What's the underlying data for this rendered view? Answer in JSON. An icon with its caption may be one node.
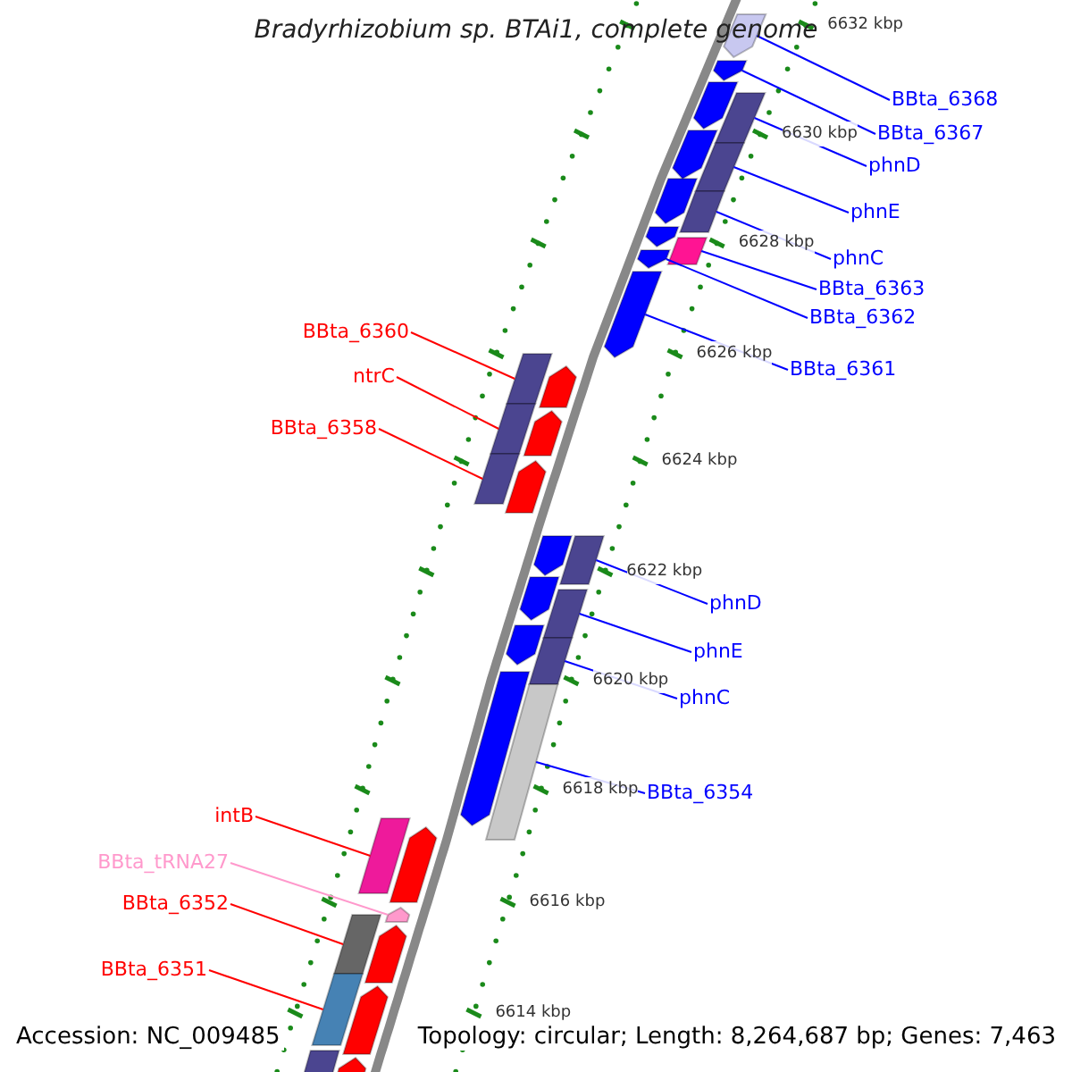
{
  "diagram": {
    "title": "Bradyrhizobium sp. BTAi1, complete genome",
    "nodes": [
      {
        "text": [
          "BBta_6368"
        ]
      },
      {
        "text": [],
        "shape": "bar"
      },
      {
        "text": [
          "BBta_6367"
        ]
      },
      {
        "text": [],
        "shape": "bar"
      },
      {
        "text": [
          "phnD"
        ]
      },
      {
        "text": [],
        "shape": "bar"
      },
      {
        "text": [
          "phnE"
        ]
      },
      {
        "text": [],
        "shape": "bar"
      },
      {
        "text": [
          "phnC"
        ]
      },
      {
        "text": [],
        "shape": "bar"
      },
      {
        "text": [
          "BBta_6363"
        ]
      },
      {
        "text": [],
        "shape": "bar"
      },
      {
        "text": [
          "BBta_6362"
        ]
      },
      {
        "text": [],
        "shape": "bar"
      },
      {
        "text": [
          "BBta_6361"
        ]
      },
      {
        "text": [],
        "shape": "bar"
      },
      {
        "text": [
          "BBta_6360"
        ]
      },
      {
        "text": [],
        "shape": "bar"
      },
      {
        "text": [
          "ntrC"
        ]
      },
      {
        "text": [],
        "shape": "bar"
      },
      {
        "text": [
          "BBta_6358"
        ]
      },
      {
        "text": [],
        "shape": "bar"
      },
      {
        "text": [
          "phnD"
        ]
      },
      {
        "text": [],
        "shape": "bar"
      },
      {
        "text": [
          "phnE"
        ]
      },
      {
        "text": [],
        "shape": "bar"
      },
      {
        "text": [
          "phnC"
        ]
      },
      {
        "text": [],
        "shape": "bar"
      },
      {
        "text": [
          "BBta_6354"
        ]
      },
      {
        "text": [],
        "shape": "bar"
      },
      {
        "text": [
          "intB"
        ]
      },
      {
        "text": [],
        "shape": "bar"
      },
      {
        "text": [
          "BBta_tRNA27"
        ]
      },
      {
        "text": [],
        "shape": "bar"
      },
      {
        "text": [
          "BBta_6352"
        ]
      },
      {
        "text": [],
        "shape": "bar"
      },
      {
        "text": [
          "BBta_6351"
        ]
      },
      {
        "text": [],
        "shape": "bar"
      },
      {
        "text": [],
        "shape": "bar"
      },
      {
        "text": [],
        "shape": "bar"
      },
      {
        "text": [],
        "shape": "bar"
      },
      {
        "text": [],
        "shape": "bar"
      },
      {
        "text": [],
        "shape": "bar"
      },
      {
        "text": [],
        "shape": "bar"
      },
      {
        "text": [],
        "shape": "bar"
      },
      {
        "text": [],
        "shape": "bar"
      },
      {
        "text": [],
        "shape": "bar"
      },
      {
        "text": [],
        "shape": "bar"
      },
      {
        "text": [],
        "shape": "bar"
      },
      {
        "text": [],
        "shape": "bar"
      },
      {
        "text": [],
        "shape": "bar"
      },
      {
        "text": [],
        "shape": "bar"
      },
      {
        "text": [],
        "shape": "bar"
      },
      {
        "text": [],
        "shape": "bar"
      }
    ],
    "edges": [
      {
        "from": 0,
        "to": 1,
        "arrow": "none"
      },
      {
        "from": 2,
        "to": 3,
        "arrow": "none"
      },
      {
        "from": 4,
        "to": 5,
        "arrow": "none"
      },
      {
        "from": 6,
        "to": 7,
        "arrow": "none"
      },
      {
        "from": 8,
        "to": 9,
        "arrow": "none"
      },
      {
        "from": 10,
        "to": 11,
        "arrow": "none"
      },
      {
        "from": 12,
        "to": 13,
        "arrow": "none"
      },
      {
        "from": 14,
        "to": 15,
        "arrow": "none"
      },
      {
        "from": 16,
        "to": 17,
        "arrow": "none",
        "color": "#ff0000"
      },
      {
        "from": 18,
        "to": 19,
        "arrow": "none",
        "color": "#ff0000"
      },
      {
        "from": 20,
        "to": 21,
        "arrow": "none",
        "color": "#ff0000"
      },
      {
        "from": 22,
        "to": 23,
        "arrow": "none"
      },
      {
        "from": 24,
        "to": 25,
        "arrow": "none"
      },
      {
        "from": 26,
        "to": 27,
        "arrow": "none"
      },
      {
        "from": 28,
        "to": 29,
        "arrow": "none"
      },
      {
        "from": 30,
        "to": 31,
        "arrow": "none",
        "color": "#ff0000"
      },
      {
        "from": 32,
        "to": 33,
        "arrow": "none",
        "color": "#ff99cc"
      },
      {
        "from": 34,
        "to": 35,
        "arrow": "none",
        "color": "#ff0000"
      },
      {
        "from": 36,
        "to": 37,
        "arrow": "none",
        "color": "#ff0000"
      }
    ],
    "labels": [
      "6632 kbp",
      "6630 kbp",
      "6628 kbp",
      "6626 kbp",
      "6624 kbp",
      "6622 kbp",
      "6620 kbp",
      "6618 kbp",
      "6616 kbp",
      "6614 kbp",
      "Accession: NC_009485",
      "Topology: circular; Length: 8,264,687 bp; Genes: 7,463"
    ]
  }
}
